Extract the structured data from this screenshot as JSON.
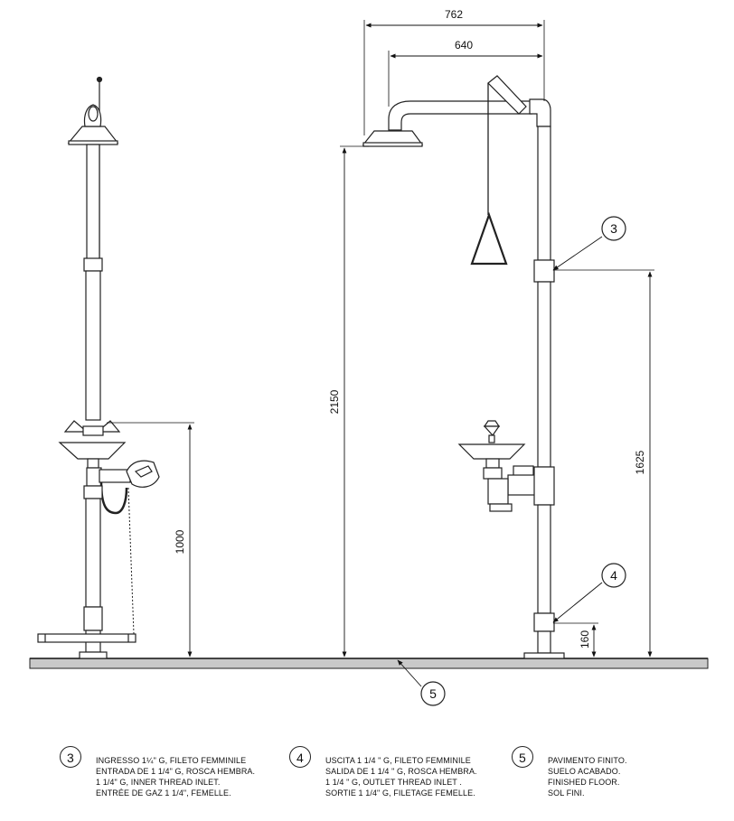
{
  "dimensions": {
    "width_762": "762",
    "width_640": "640",
    "height_2150": "2150",
    "height_1625": "1625",
    "height_1000": "1000",
    "height_160": "160"
  },
  "callouts": {
    "c3": "3",
    "c4": "4",
    "c5": "5"
  },
  "legend": [
    {
      "num": "3",
      "lines": [
        "INGRESSO 1¼\" G, FILETO FEMMINILE",
        "ENTRADA DE 1 1/4\" G, ROSCA HEMBRA.",
        "1 1/4\" G, INNER THREAD INLET.",
        "ENTRÉE DE GAZ 1 1/4\", FEMELLE."
      ]
    },
    {
      "num": "4",
      "lines": [
        "USCITA 1 1/4 \" G, FILETO FEMMINILE",
        "SALIDA DE 1 1/4 \" G, ROSCA HEMBRA.",
        "1 1/4 \" G, OUTLET THREAD INLET .",
        "SORTIE 1 1/4\" G, FILETAGE FEMELLE."
      ]
    },
    {
      "num": "5",
      "lines": [
        "PAVIMENTO FINITO.",
        "SUELO ACABADO.",
        "FINISHED FLOOR.",
        "SOL FINI."
      ]
    }
  ]
}
